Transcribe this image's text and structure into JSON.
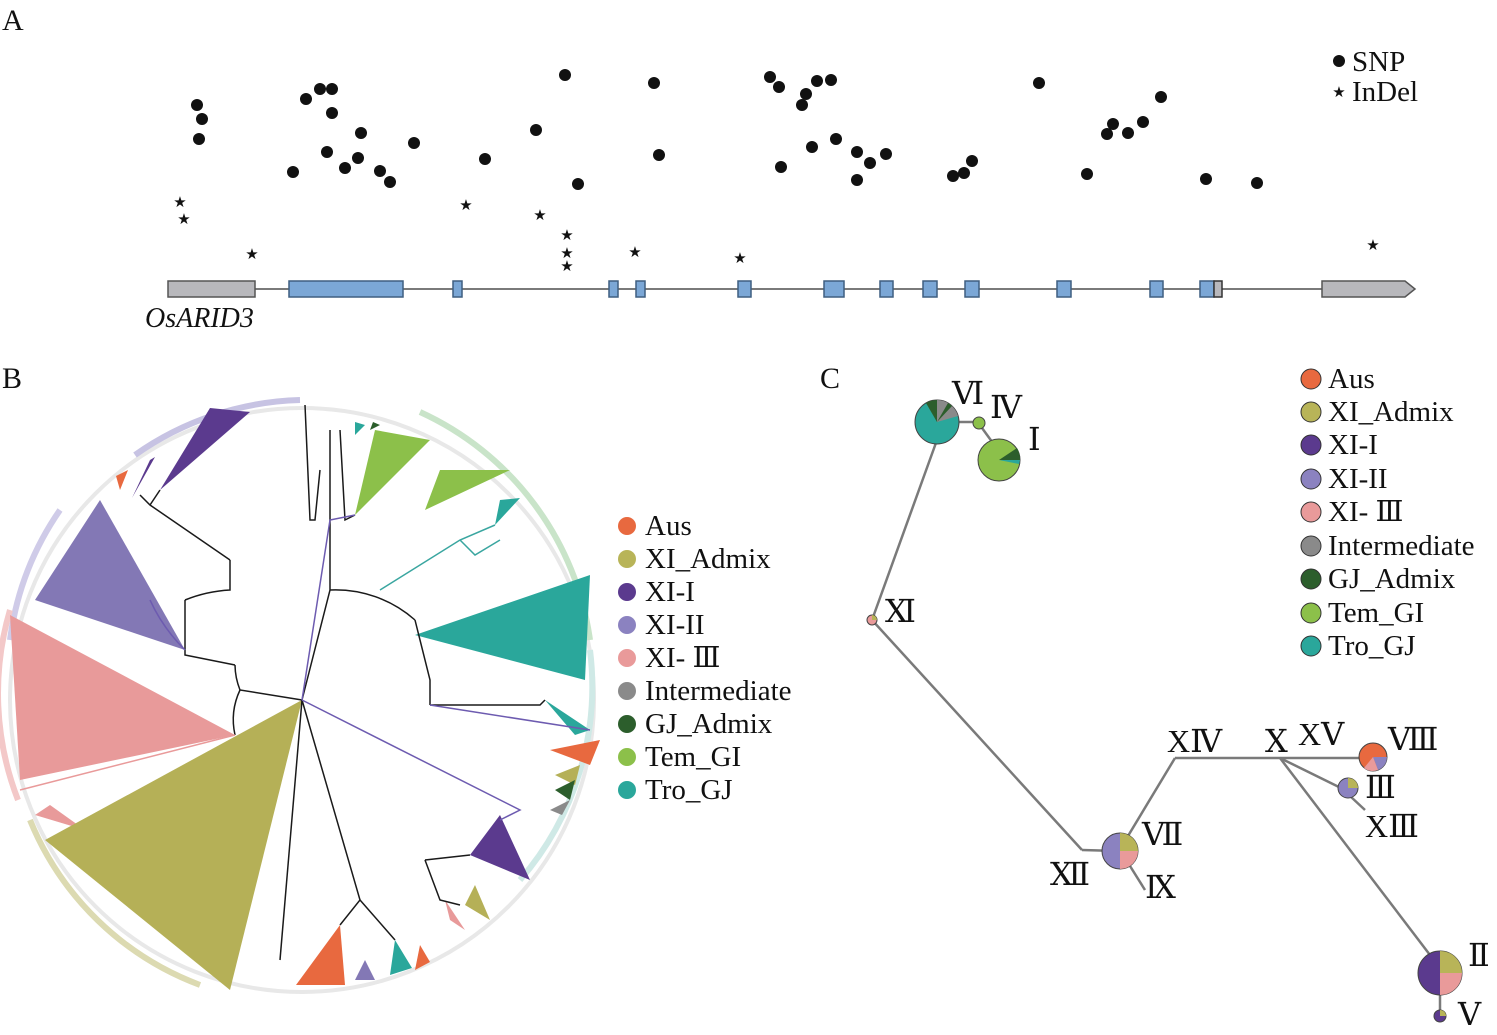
{
  "panels": {
    "a": "A",
    "b": "B",
    "c": "C"
  },
  "gene": {
    "name": "OsARID3"
  },
  "variant_legend": {
    "snp": "SNP",
    "indel": "InDel"
  },
  "groups": [
    {
      "name": "Aus",
      "color": "#e8693f"
    },
    {
      "name": "XI_Admix",
      "color": "#b8b458"
    },
    {
      "name": "XI-I",
      "color": "#5b3a8e"
    },
    {
      "name": "XI-II",
      "color": "#8b82c0"
    },
    {
      "name": "XI- Ⅲ",
      "color": "#e99a9a"
    },
    {
      "name": "Intermediate",
      "color": "#8a8a8a"
    },
    {
      "name": "GJ_Admix",
      "color": "#2c5e2c"
    },
    {
      "name": "Tem_GI",
      "color": "#8cc04a"
    },
    {
      "name": "Tro_GJ",
      "color": "#2aa79b"
    }
  ],
  "haplotype_legend": [
    {
      "name": "Aus",
      "color": "#e8693f"
    },
    {
      "name": "XI_Admix",
      "color": "#b8b458"
    },
    {
      "name": "XI-I",
      "color": "#5b3a8e"
    },
    {
      "name": "XI-II",
      "color": "#8b82c0"
    },
    {
      "name": "XI- Ⅲ",
      "color": "#e99a9a"
    },
    {
      "name": "Intermediate",
      "color": "#8a8a8a"
    },
    {
      "name": "GJ_Admix",
      "color": "#2c5e2c"
    },
    {
      "name": "Tem_GI",
      "color": "#8cc04a"
    },
    {
      "name": "Tro_GJ",
      "color": "#2aa79b"
    }
  ],
  "haplotypes": {
    "I": "Ⅰ",
    "II": "Ⅱ",
    "III": "Ⅲ",
    "IV": "Ⅳ",
    "V": "Ⅴ",
    "VI": "Ⅵ",
    "VII": "Ⅶ",
    "VIII": "Ⅷ",
    "IX": "Ⅸ",
    "X": "Ⅹ",
    "XI": "Ⅺ",
    "XII": "Ⅻ",
    "XIII": "XⅢ",
    "XIV": "XⅣ",
    "XV": "XⅤ"
  },
  "colors": {
    "exon": "#7ba7d6",
    "utr": "#b8b8bc",
    "line": "#7a7a7a"
  }
}
